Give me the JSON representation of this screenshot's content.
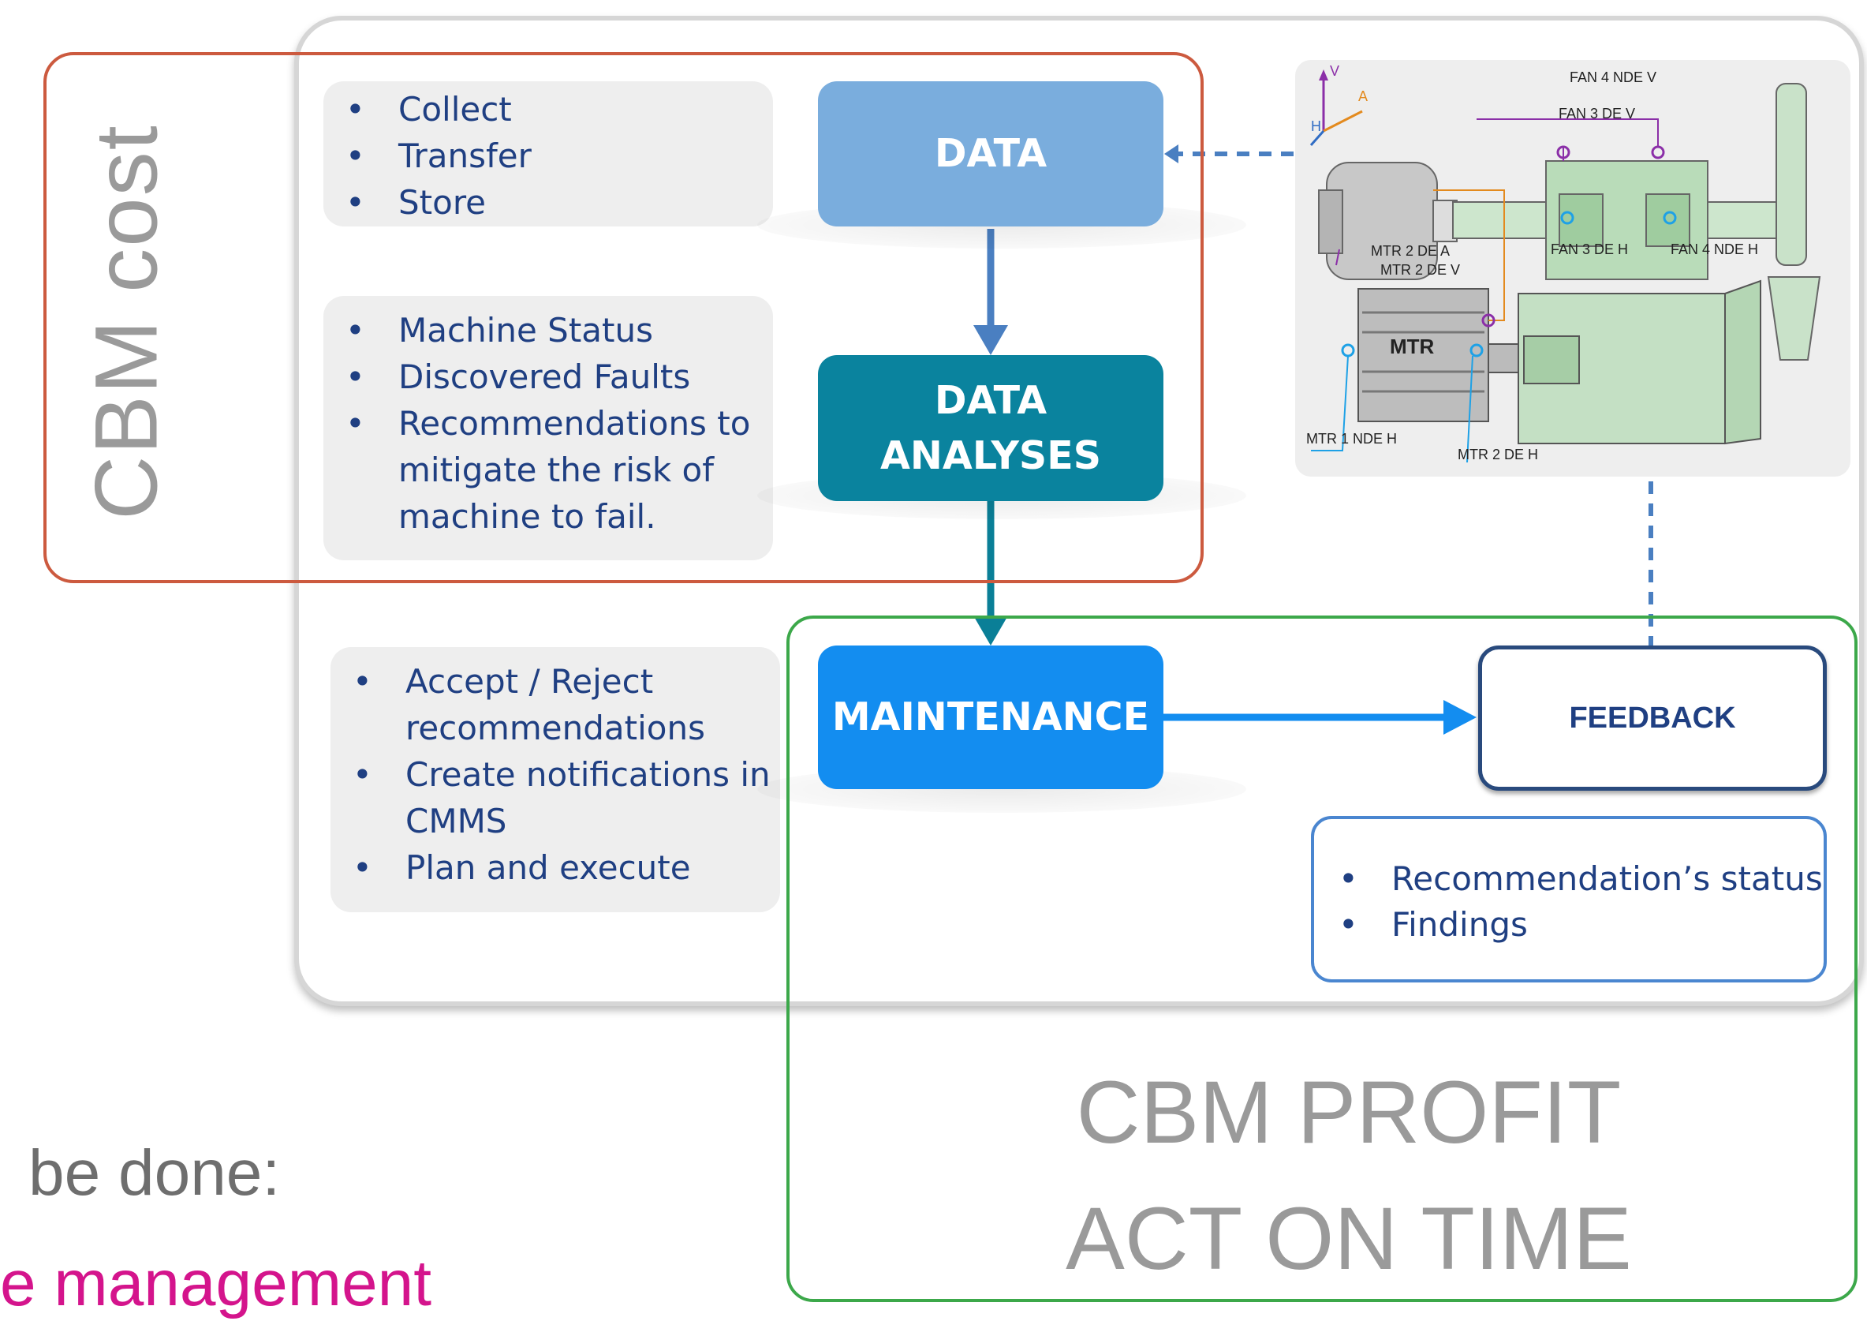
{
  "cbm_cost": {
    "label": "CBM cost"
  },
  "cbm_profit": {
    "line1": "CBM PROFIT",
    "line2": "ACT ON TIME"
  },
  "steps": {
    "data": "DATA",
    "analyses_line1": "DATA",
    "analyses_line2": "ANALYSES",
    "maintenance": "MAINTENANCE",
    "feedback": "FEEDBACK"
  },
  "info": {
    "data_items": [
      "Collect",
      "Transfer",
      "Store"
    ],
    "analyses_items": [
      "Machine Status",
      "Discovered Faults",
      "Recommendations to",
      "mitigate the risk of",
      "machine to fail."
    ],
    "maintenance_items": [
      "Accept / Reject",
      "recommendations",
      "Create notifications in",
      "CMMS",
      "Plan and execute"
    ],
    "feedback_items": [
      "Recommendation’s status",
      "Findings"
    ]
  },
  "machine": {
    "axis_v": "V",
    "axis_a": "A",
    "axis_h": "H",
    "labels": {
      "fan4_nde_v": "FAN 4 NDE V",
      "fan3_de_v": "FAN 3 DE V",
      "mtr2_de_a": "MTR 2 DE A",
      "fan3_de_h": "FAN 3 DE H",
      "fan4_nde_h": "FAN 4 NDE H",
      "mtr2_de_v": "MTR 2 DE V",
      "mtr": "MTR",
      "mtr1_nde_h": "MTR 1 NDE H",
      "mtr2_de_h": "MTR 2 DE H"
    }
  },
  "bottom": {
    "line1": "be done:",
    "line2": "e management"
  },
  "colors": {
    "data": "#7aaddd",
    "analyses": "#0a839e",
    "maintenance": "#138df0",
    "cost_border": "#cc5a3f",
    "profit_border": "#3ca84a",
    "text_blue": "#1f3f82",
    "magenta": "#d4148c"
  }
}
